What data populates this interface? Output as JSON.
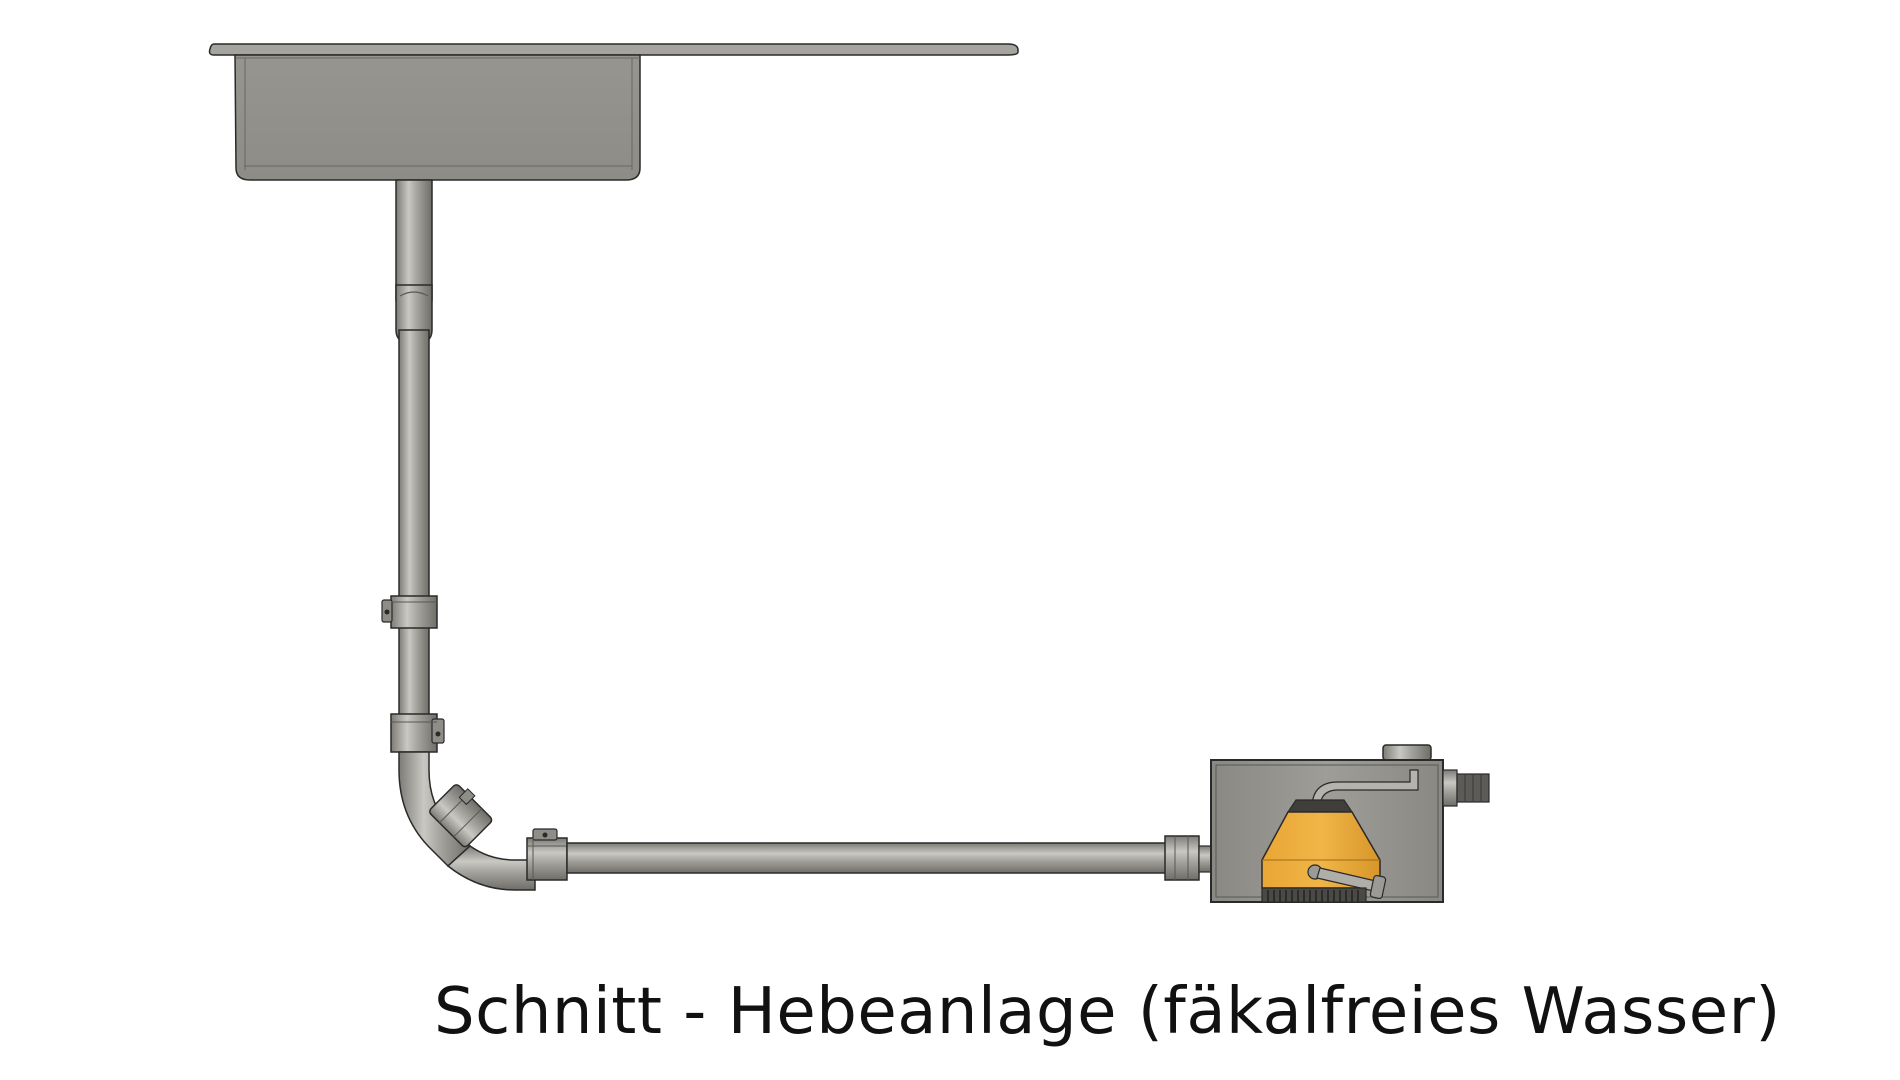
{
  "caption": "Schnitt - Hebeanlage (fäkalfreies Wasser)",
  "colors": {
    "metal": "#9c9a94",
    "metal_light": "#c4c3be",
    "metal_dark": "#6a6863",
    "outline": "#2a2a2a",
    "pump_housing": "#e8a836",
    "pump_dark": "#3a3a3a",
    "background": "#ffffff"
  },
  "components": [
    {
      "name": "sink-basin",
      "label": ""
    },
    {
      "name": "drain-pipe-vertical",
      "label": ""
    },
    {
      "name": "pipe-clamp",
      "label": ""
    },
    {
      "name": "pipe-elbow",
      "label": ""
    },
    {
      "name": "drain-pipe-horizontal",
      "label": ""
    },
    {
      "name": "lifting-station-tank",
      "label": ""
    },
    {
      "name": "pump-unit",
      "label": ""
    },
    {
      "name": "outlet-pipe",
      "label": ""
    }
  ]
}
